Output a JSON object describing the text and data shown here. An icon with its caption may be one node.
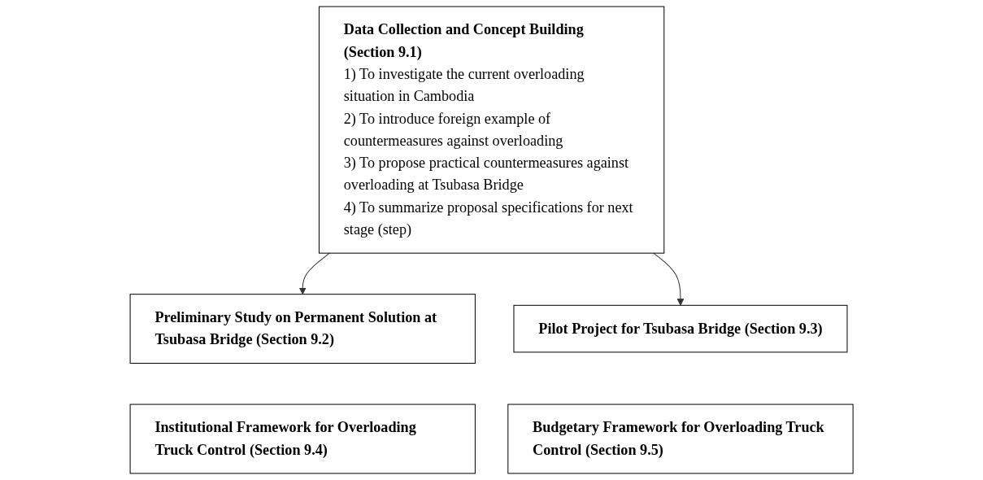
{
  "diagram": {
    "nodes": [
      {
        "text": [
          "Data Collection and Concept Building (Section 9.1)",
          "1) To investigate the current overloading situation in Cambodia",
          "2) To introduce foreign example of countermeasures against overloading",
          "3) To propose practical countermeasures against overloading at Tsubasa Bridge",
          "4) To summarize proposal specifications for next stage (step)"
        ]
      },
      {
        "text": [
          "Preliminary Study on Permanent Solution at Tsubasa Bridge (Section 9.2)"
        ]
      },
      {
        "text": [
          "Pilot Project for Tsubasa Bridge (Section 9.3)"
        ]
      },
      {
        "text": [
          "Institutional Framework for Overloading Truck Control (Section 9.4)"
        ]
      },
      {
        "text": [
          "Budgetary Framework for Overloading Truck Control (Section 9.5)"
        ]
      }
    ],
    "edges": [
      {
        "from": 0,
        "to": 1,
        "arrow": "to"
      },
      {
        "from": 0,
        "to": 2,
        "arrow": "to"
      }
    ]
  }
}
